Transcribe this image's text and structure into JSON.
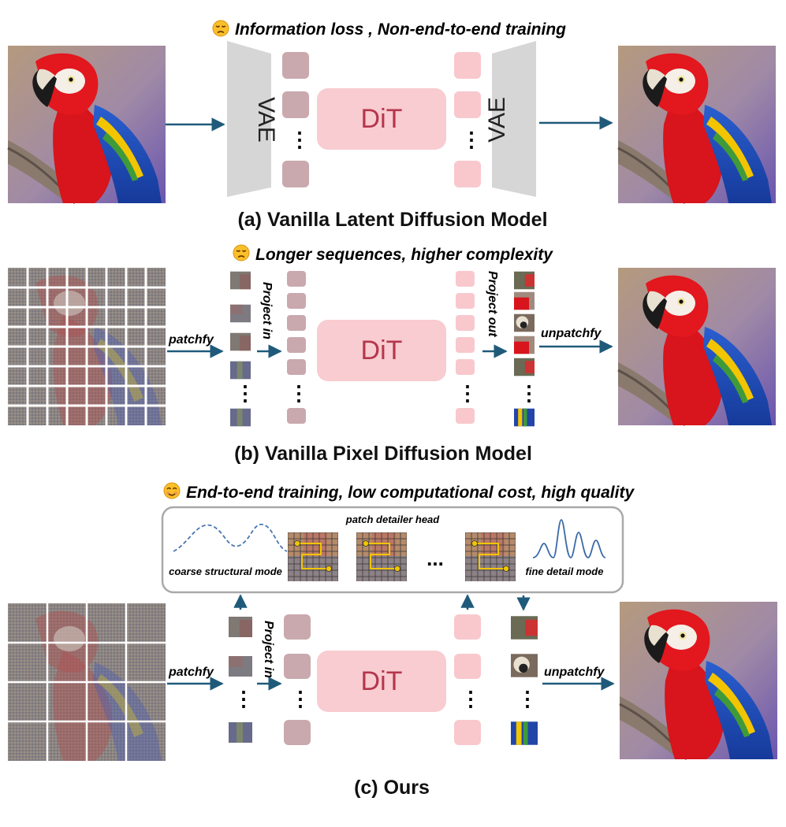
{
  "panel_a": {
    "note": "Information loss , Non-end-to-end training",
    "encoder_label": "VAE",
    "decoder_label": "VAE",
    "model_label": "DiT",
    "caption": "(a) Vanilla Latent Diffusion Model"
  },
  "panel_b": {
    "note": "Longer sequences, higher complexity",
    "patchify": "patchfy",
    "project_in": "Project in",
    "project_out": "Project out",
    "unpatchify": "unpatchfy",
    "model_label": "DiT",
    "caption": "(b) Vanilla Pixel Diffusion Model"
  },
  "panel_c": {
    "note": "End-to-end training, low computational cost, high quality",
    "head_title": "patch detailer head",
    "coarse_label": "coarse structural mode",
    "fine_label": "fine detail mode",
    "ellipsis": "...",
    "patchify": "patchfy",
    "project_in": "Project in",
    "unpatchify": "unpatchfy",
    "model_label": "DiT",
    "caption": "(c) Ours"
  },
  "icons": {
    "sad_face": "disappointed-face-icon",
    "happy_face": "smiling-face-icon"
  },
  "colors": {
    "arrow": "#1f5a7a",
    "dit_fill": "#f8ccd0",
    "dit_text": "#b5364c",
    "token_in": "#c9a9ae",
    "token_out": "#f8c8cd",
    "vae_fill": "#d6d6d6"
  }
}
